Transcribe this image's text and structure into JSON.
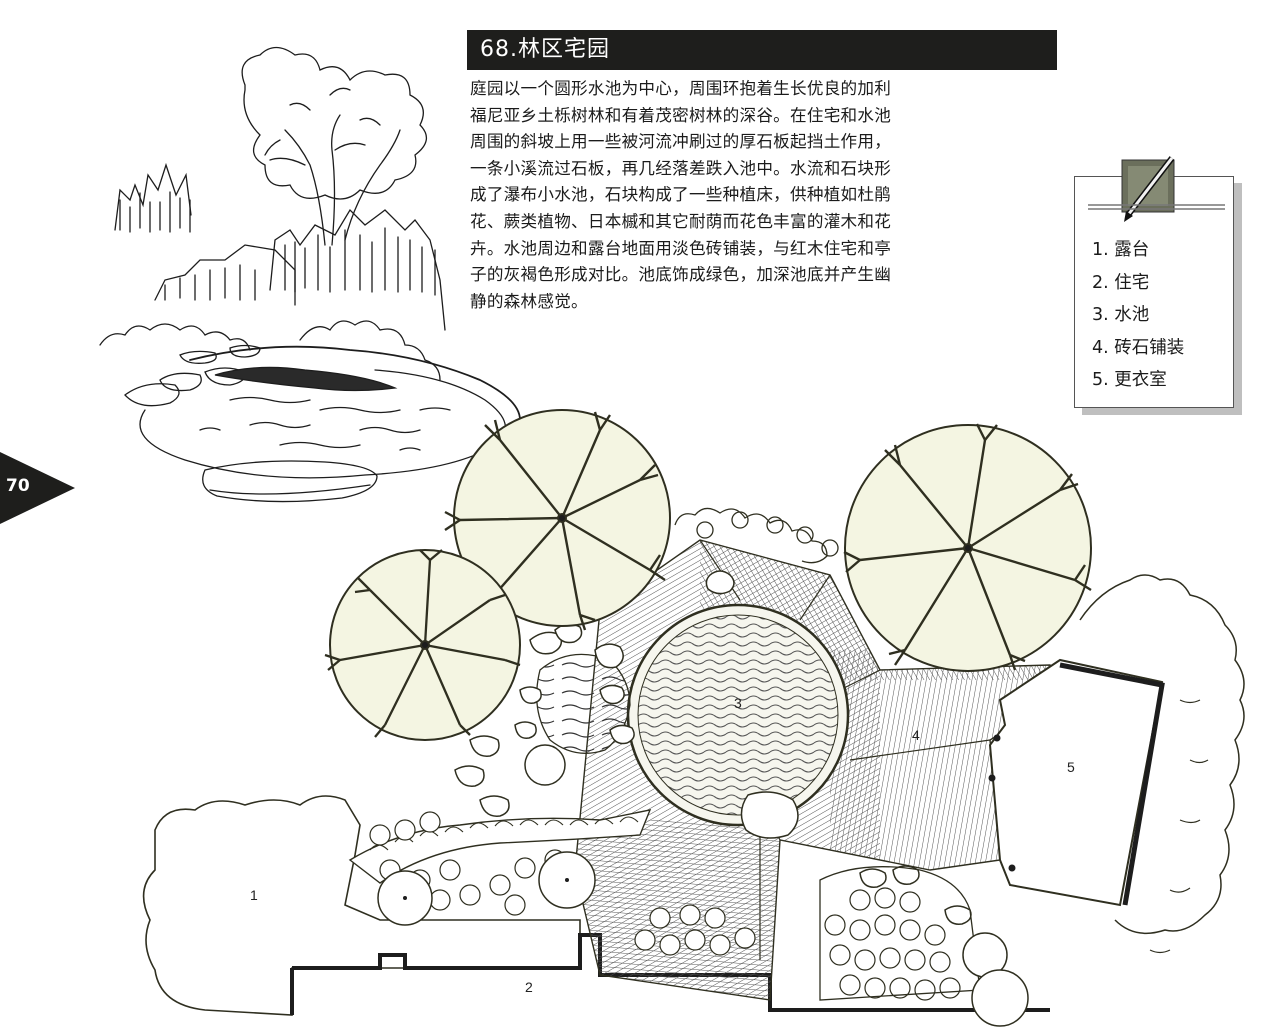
{
  "page_number": "70",
  "title": "68.林区宅园",
  "paragraph_lines": [
    "庭园以一个圆形水池为中心，周围环抱着生长优良的加利",
    "福尼亚乡土栎树林和有着茂密树林的深谷。在住宅和水池",
    "周围的斜坡上用一些被河流冲刷过的厚石板起挡土作用，",
    "一条小溪流过石板，再几经落差跌入池中。水流和石块形",
    "成了瀑布小水池，石块构成了一些种植床，供种植如杜鹃",
    "花、蕨类植物、日本槭和其它耐荫而花色丰富的灌木和花",
    "卉。水池周边和露台地面用淡色砖铺装，与红木住宅和亭",
    "子的灰褐色形成对比。池底饰成绿色，加深池底并产生幽",
    "静的森林感觉。"
  ],
  "legend": {
    "icon": "pencil-note-icon",
    "items": [
      "1. 露台",
      "2. 住宅",
      "3. 水池",
      "4. 砖石铺装",
      "5. 更衣室"
    ]
  },
  "plan": {
    "labels": [
      "1",
      "2",
      "3",
      "4",
      "5"
    ]
  },
  "colors": {
    "ink": "#2f2f20",
    "tree_fill": "#f4f5e2",
    "title_bg": "#1e1e1c"
  }
}
